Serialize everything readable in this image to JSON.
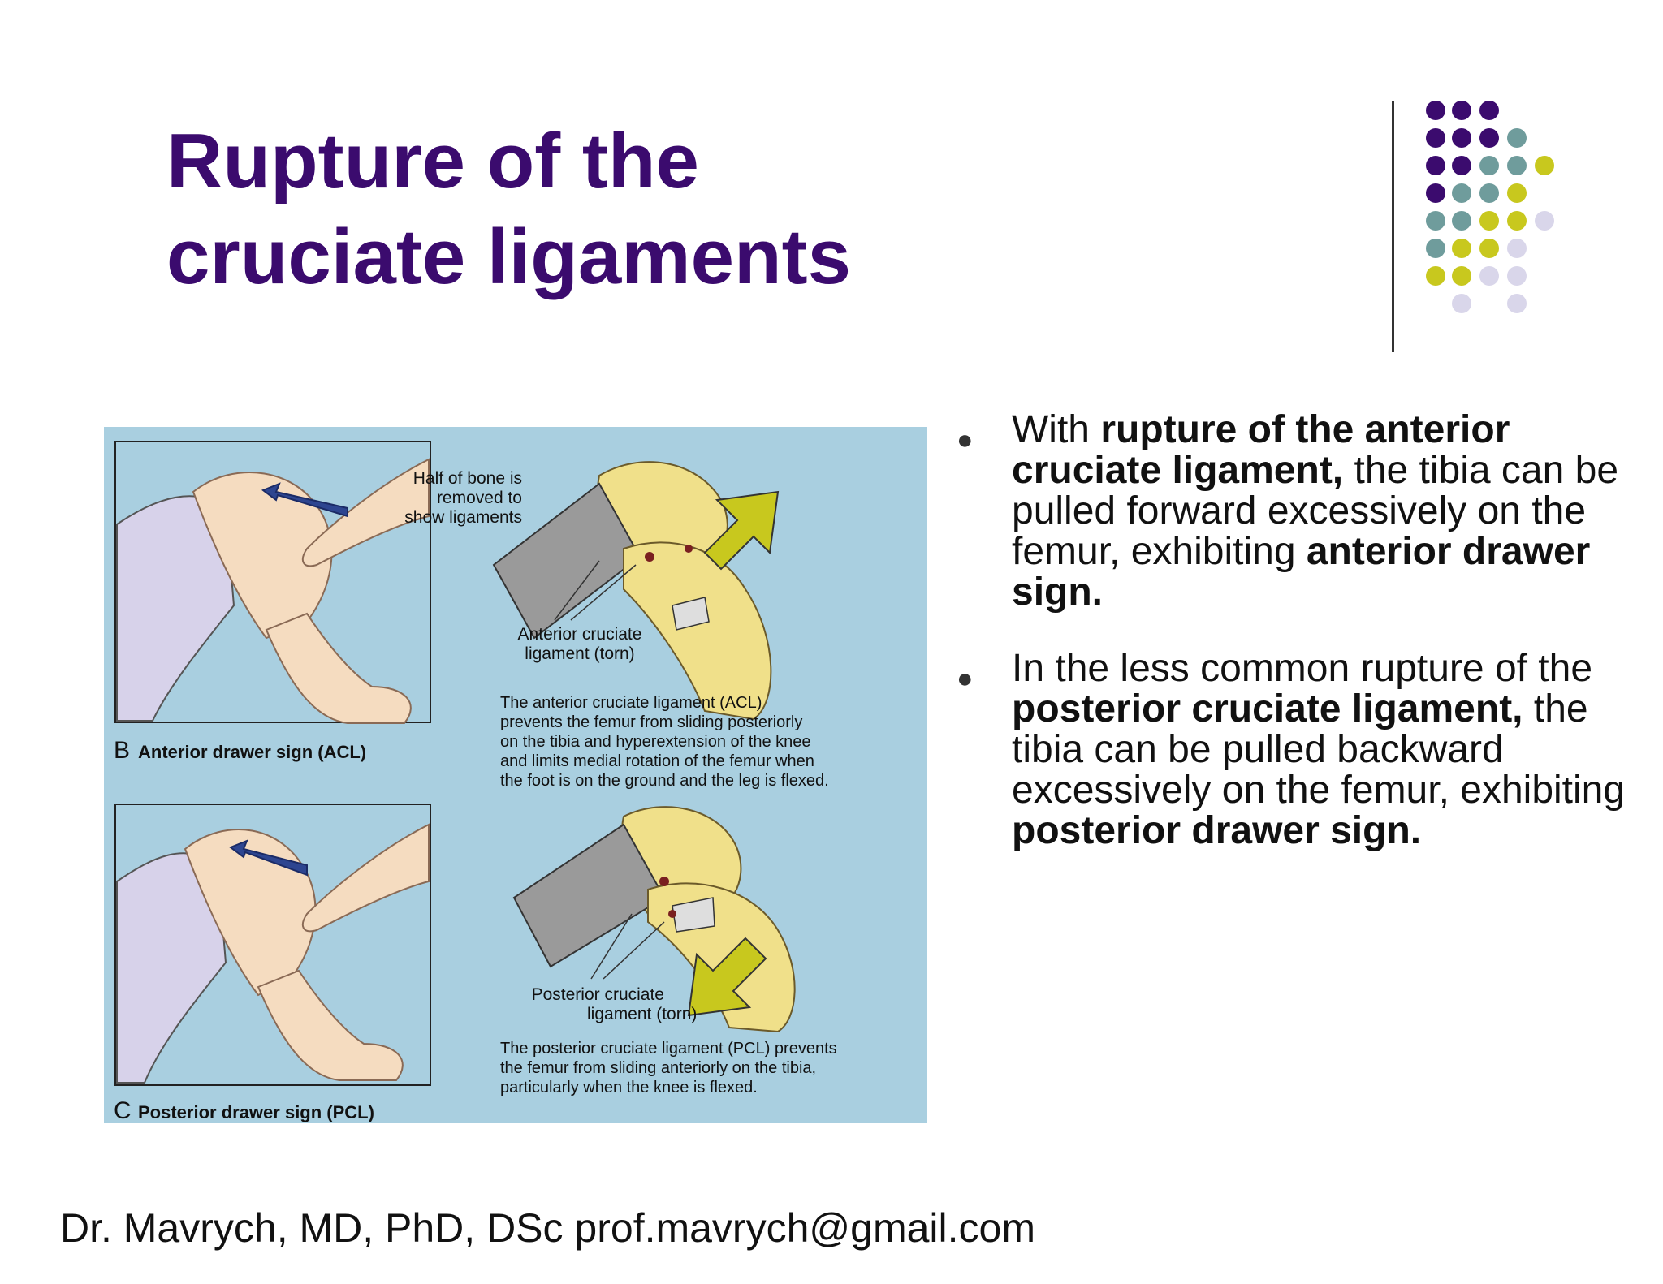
{
  "slide": {
    "title_line1": "Rupture of the",
    "title_line2": "cruciate ligaments",
    "footer": "Dr. Mavrych, MD, PhD, DSc  prof.mavrych@gmail.com"
  },
  "figure": {
    "label_bone_1": "Half of bone is",
    "label_bone_2": "removed to",
    "label_bone_3": "show ligaments",
    "label_acl_1": "Anterior cruciate",
    "label_acl_2": "ligament (torn)",
    "acl_desc_1": "The anterior cruciate ligament (ACL)",
    "acl_desc_2": "prevents the femur from sliding posteriorly",
    "acl_desc_3": "on the tibia and hyperextension of the knee",
    "acl_desc_4": "and limits medial rotation of the femur when",
    "acl_desc_5": "the foot is on the ground and the leg is flexed.",
    "caption_b_letter": "B",
    "caption_b": "Anterior drawer sign (ACL)",
    "label_pcl_1": "Posterior cruciate",
    "label_pcl_2": "ligament  (torn)",
    "pcl_desc_1": "The posterior cruciate ligament (PCL) prevents",
    "pcl_desc_2": "the femur from sliding anteriorly on the tibia,",
    "pcl_desc_3": "particularly when the knee is flexed.",
    "caption_c_letter": "C",
    "caption_c": "Posterior drawer sign (PCL)"
  },
  "bullets": [
    {
      "marker": "●",
      "t1": "With ",
      "b1": "rupture of the anterior cruciate ligament,",
      "t2": " the tibia can be pulled forward excessively on the femur, exhibiting ",
      "b2": "anterior drawer sign",
      "t3": "."
    },
    {
      "marker": "●",
      "t1": "In the less common rupture of the ",
      "b1": "posterior cruciate ligament,",
      "t2": " the tibia can be pulled backward excessively on the femur, exhibiting ",
      "b2": "posterior drawer sign",
      "t3": "."
    }
  ],
  "colors": {
    "title": "#3b0b6e",
    "dot_purple": "#3b0b6e",
    "dot_teal": "#6f9c9c",
    "dot_lime": "#c8c81e",
    "dot_lavender": "#d9d6ea",
    "figure_bg": "#a9cfe0",
    "arrow_yellow": "#c8c81e"
  }
}
